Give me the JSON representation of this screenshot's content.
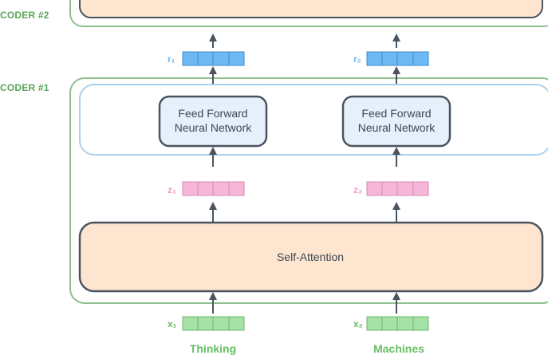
{
  "encoders": {
    "encoder2_label": "CODER #2",
    "encoder1_label": "CODER #1"
  },
  "boxes": {
    "ffn_line1": "Feed Forward",
    "ffn_line2": "Neural Network",
    "self_attention": "Self-Attention"
  },
  "vectors": {
    "r1": "r₁",
    "r2": "r₂",
    "z1": "z₁",
    "z2": "z₂",
    "x1": "x₁",
    "x2": "x₂"
  },
  "words": {
    "w1": "Thinking",
    "w2": "Machines"
  },
  "colors": {
    "encoder_border": "#8dbf8d",
    "ffn_layer_border": "#a9d1ef",
    "ffn_fill": "#e6f0fb",
    "attention_fill": "#fde5cf",
    "r_vector": "#6eb9f3",
    "z_vector": "#f6b6d7",
    "x_vector": "#a6e1a6",
    "box_border": "#4a5460"
  }
}
